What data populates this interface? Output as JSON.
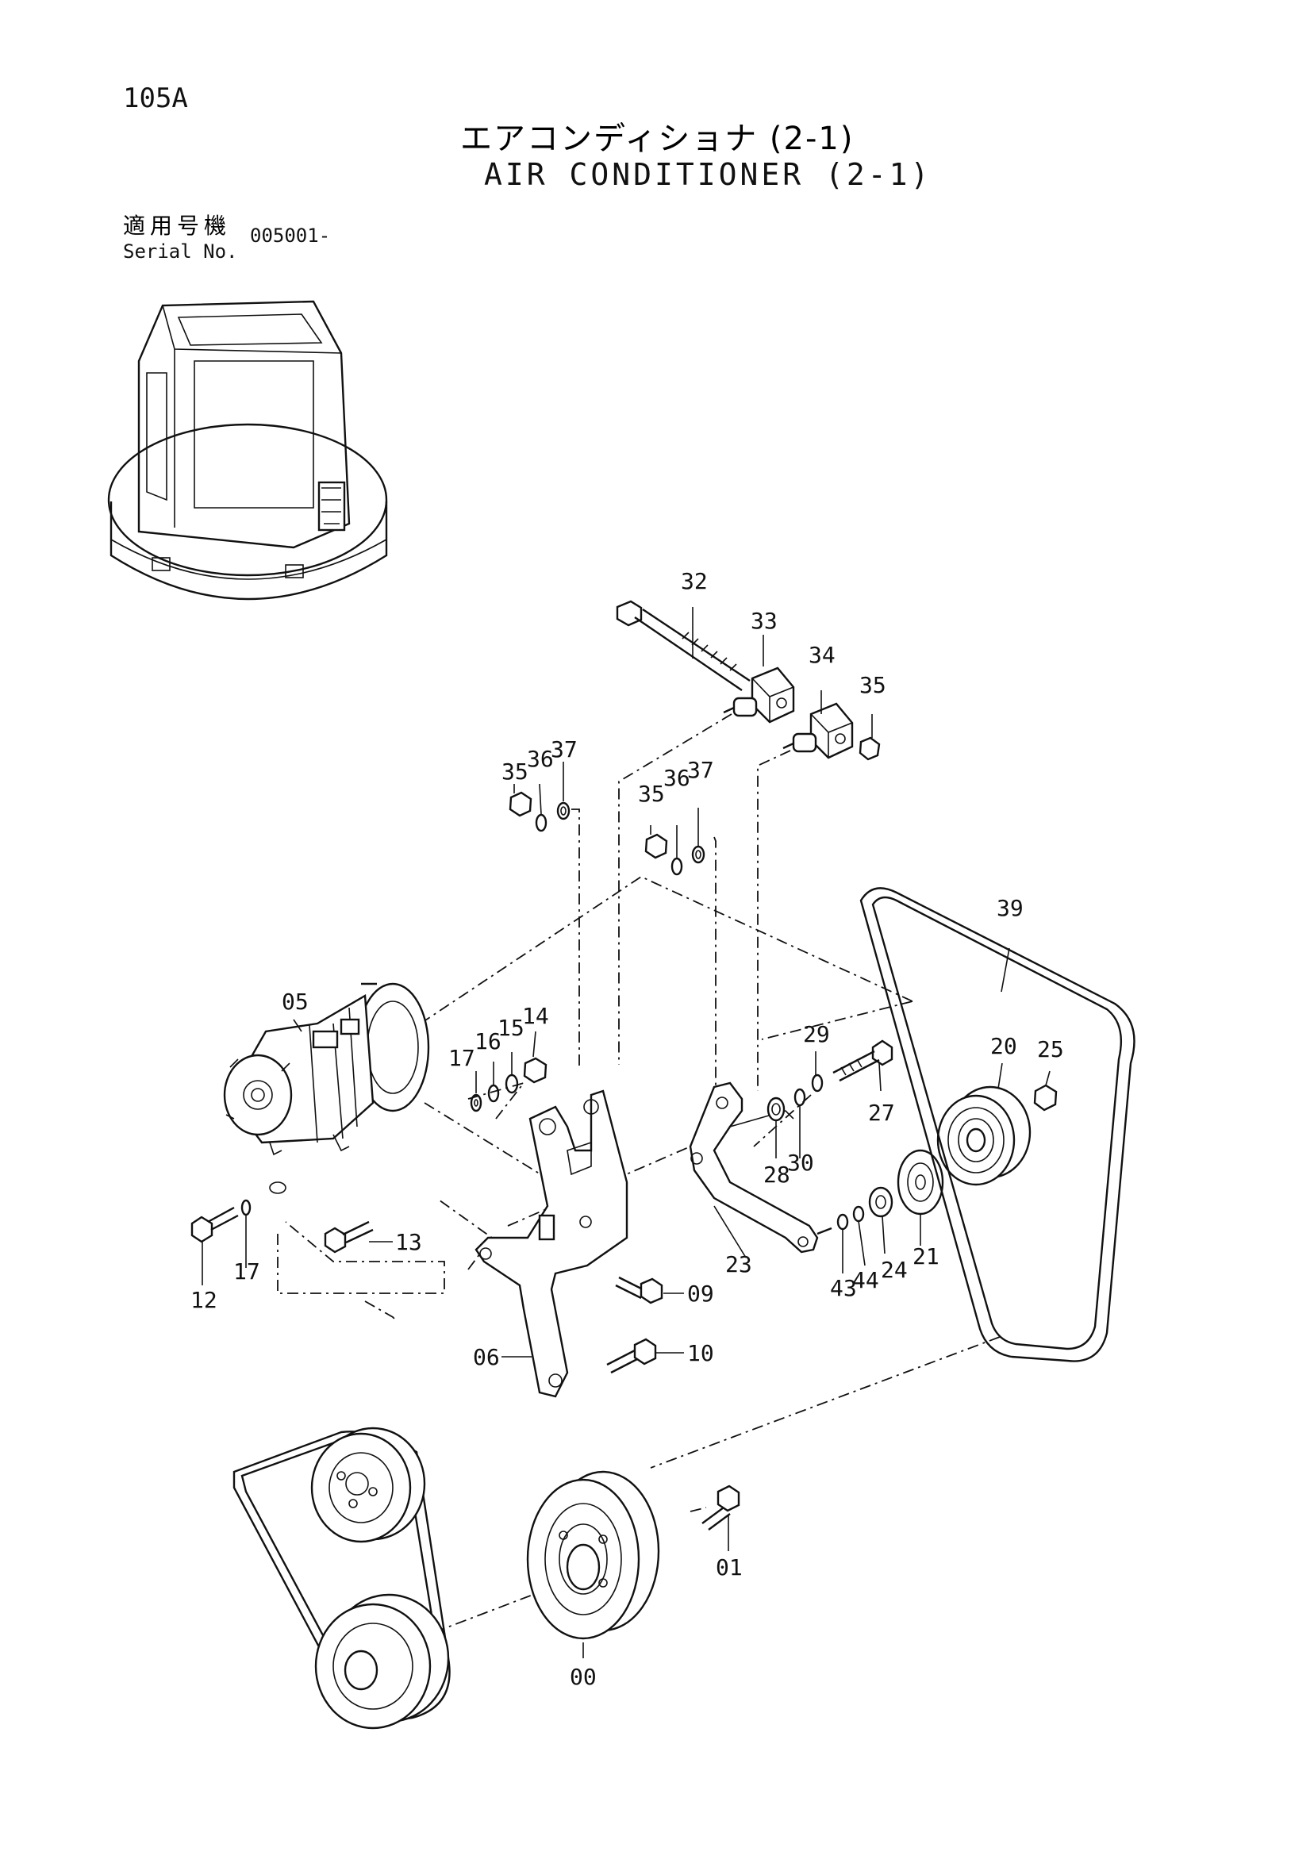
{
  "header": {
    "page_number": "105A",
    "title_jp": "エアコンディショナ (2-1)",
    "title_en": "AIR CONDITIONER (2-1)",
    "serial_label_jp": "適用号機",
    "serial_label_en": "Serial No.",
    "serial_value": "005001-"
  },
  "callouts": [
    "32",
    "33",
    "34",
    "35",
    "35",
    "36",
    "37",
    "35",
    "36",
    "37",
    "39",
    "05",
    "17",
    "16",
    "15",
    "14",
    "29",
    "20",
    "25",
    "27",
    "28",
    "30",
    "13",
    "12",
    "17",
    "09",
    "23",
    "43",
    "44",
    "24",
    "21",
    "06",
    "10",
    "01",
    "00"
  ]
}
